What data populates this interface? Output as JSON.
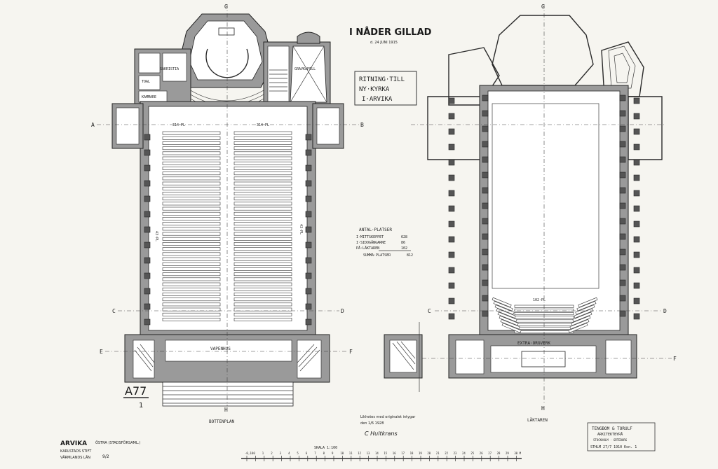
{
  "approval": {
    "title": "I NÅDER GILLAD",
    "date": "d. 24 JUNI 1915"
  },
  "title_block": {
    "lines": [
      "RITNING·TILL",
      "NY·KYRKA",
      "I·ARVIKA"
    ]
  },
  "seat_table": {
    "heading": "ANTAL·PLATSER",
    "rows": [
      {
        "label": "I·MITTSKEPPET",
        "value": "628"
      },
      {
        "label": "I·SIDOGÅNGARNE",
        "value": "86"
      },
      {
        "label": "PÅ·LÄKTAREN",
        "value": "102"
      },
      {
        "label": "SUMMA·PLATSER",
        "value": "812"
      }
    ]
  },
  "plan_labels": {
    "left": "BOTTENPLAN",
    "right": "LÄKTAREN",
    "vapenhus": "VAPENHUS",
    "sakristia": "SAKRISTIA",
    "gravkapell": "GRAVKAPELL",
    "orgelverk": "EXTRA·ORGVERK",
    "gallery": "102·PL",
    "aisle_left": "43·PL",
    "aisle_right": "43·PL",
    "nave_left": "314·PL",
    "nave_right": "314·PL",
    "room_small": "TOAL",
    "room_small2": "KAMMARE"
  },
  "axis_letters": {
    "top": "G",
    "bottom": "H",
    "a": "A",
    "b": "B",
    "c": "C",
    "d": "D",
    "e": "E",
    "f": "F"
  },
  "archive_number": {
    "label": "A77",
    "sub": "1"
  },
  "certification": {
    "line1": "Likhetes med originalet intygar",
    "line2": "den 1/6 1928",
    "signature": "C Hultkrans"
  },
  "scale": {
    "label": "SKALA 1:100",
    "ticks": [
      "-0,10",
      "0",
      "1",
      "2",
      "3",
      "4",
      "5",
      "6",
      "7",
      "8",
      "9",
      "10",
      "11",
      "12",
      "13",
      "14",
      "15",
      "16",
      "17",
      "18",
      "19",
      "20",
      "21",
      "22",
      "23",
      "24",
      "25",
      "26",
      "27",
      "28",
      "29",
      "30 M"
    ]
  },
  "location": {
    "town": "ARVIKA",
    "qualifier": "ÖSTRA (STADSFÖRSAML.)",
    "stift": "KARLSTADS STIFT",
    "lan": "VÄRMLANDS LÄN",
    "number": "9/2"
  },
  "architects": {
    "name": "TENGBOM & TORULF",
    "title": "ARKITEKTBYRÅ",
    "city": "STOCKHOLM · GÖTEBORG",
    "date": "STHLM 27/7 1910 Kon. 1"
  }
}
